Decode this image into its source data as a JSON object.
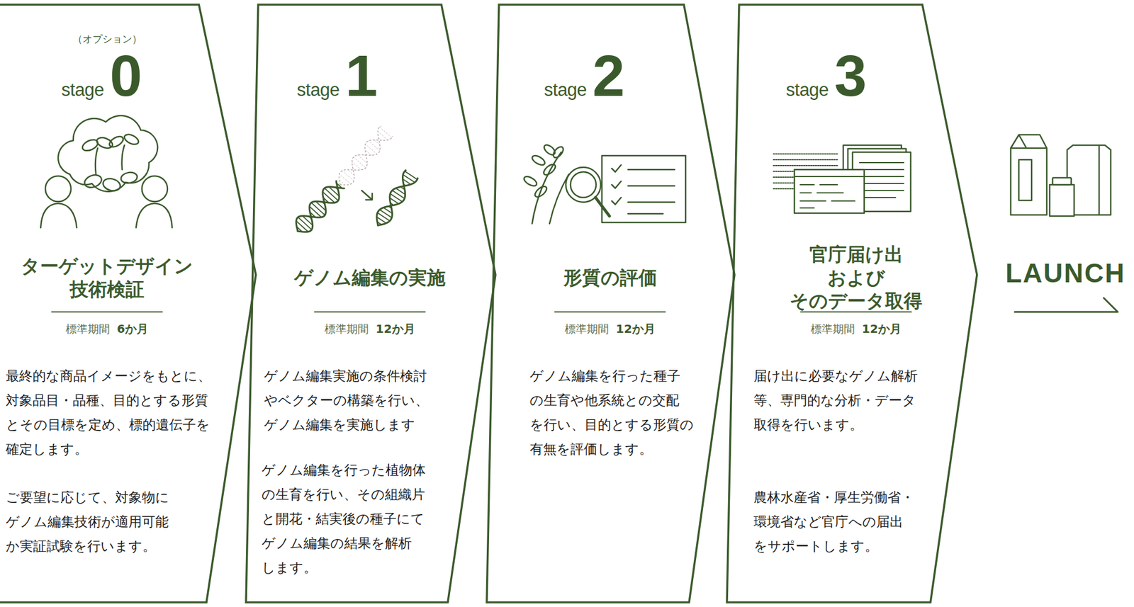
{
  "diagram": {
    "nodes": [
      {
        "text": [
          "（オプション）",
          "stage",
          "0",
          "ターゲットデザイン 技術検証",
          "標準期間",
          "6か月",
          "最終的な商品イメージをもとに、 対象品目・品種、目的とする形質 とその目標を定め、標的遺伝子を 確定します。",
          "ご要望に応じて、対象物に ゲノム編集技術が適用可能 か実証試験を行います。"
        ]
      },
      {
        "text": [
          "stage",
          "1",
          "ゲノム編集の実施",
          "標準期間",
          "12か月",
          "ゲノム編集実施の条件検討 やベクターの構築を行い、 ゲノム編集を実施します",
          "ゲノム編集を行った植物体 の生育を行い、その組織片 と開花・結実後の種子にて ゲノム編集の結果を解析 します。"
        ]
      },
      {
        "text": [
          "stage",
          "2",
          "形質の評価",
          "標準期間",
          "12か月",
          "ゲノム編集を行った種子 の生育や他系統との交配 を行い、目的とする形質の 有無を評価します。"
        ]
      },
      {
        "text": [
          "stage",
          "3",
          "官庁届け出 および そのデータ取得",
          "標準期間",
          "12か月",
          "届け出に必要なゲノム解析 等、専門的な分析・データ 取得を行います。",
          "農林水産省・厚生労働省・ 環境省など官庁への届出 をサポートします。"
        ]
      }
    ],
    "labels": [
      "LAUNCH"
    ]
  }
}
